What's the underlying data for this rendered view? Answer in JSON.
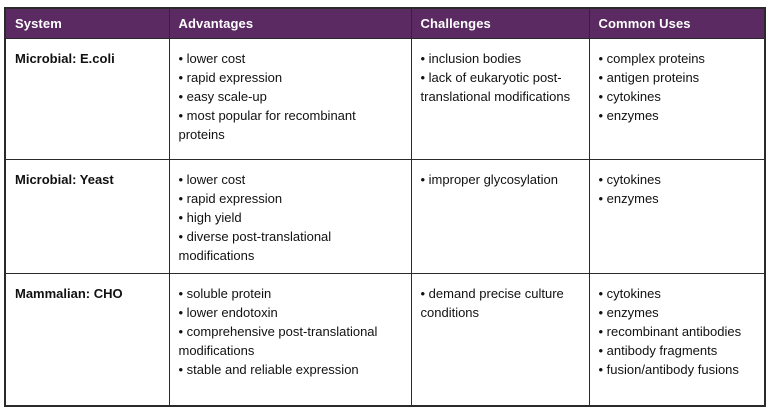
{
  "bullet_char": "•",
  "colors": {
    "header_bg": "#5b2a62",
    "header_text": "#ffffff",
    "border": "#2a2a2a",
    "body_text": "#111111"
  },
  "table": {
    "columns": [
      "System",
      "Advantages",
      "Challenges",
      "Common Uses"
    ],
    "rows": [
      {
        "system": "Microbial: E.coli",
        "advantages": [
          "lower cost",
          "rapid expression",
          "easy scale-up",
          "most popular for recombinant proteins"
        ],
        "challenges": [
          "inclusion bodies",
          "lack of eukaryotic post-translational modifications"
        ],
        "common_uses": [
          "complex proteins",
          "antigen proteins",
          "cytokines",
          "enzymes"
        ]
      },
      {
        "system": "Microbial: Yeast",
        "advantages": [
          "lower cost",
          "rapid expression",
          "high yield",
          "diverse post-translational modifications"
        ],
        "challenges": [
          "improper glycosylation"
        ],
        "common_uses": [
          "cytokines",
          "enzymes"
        ]
      },
      {
        "system": "Mammalian: CHO",
        "advantages": [
          "soluble protein",
          "lower endotoxin",
          "comprehensive post-translational modifications",
          "stable and reliable expression"
        ],
        "challenges": [
          "demand precise culture conditions"
        ],
        "common_uses": [
          "cytokines",
          "enzymes",
          "recombinant antibodies",
          "antibody fragments",
          "fusion/antibody fusions"
        ]
      }
    ]
  }
}
